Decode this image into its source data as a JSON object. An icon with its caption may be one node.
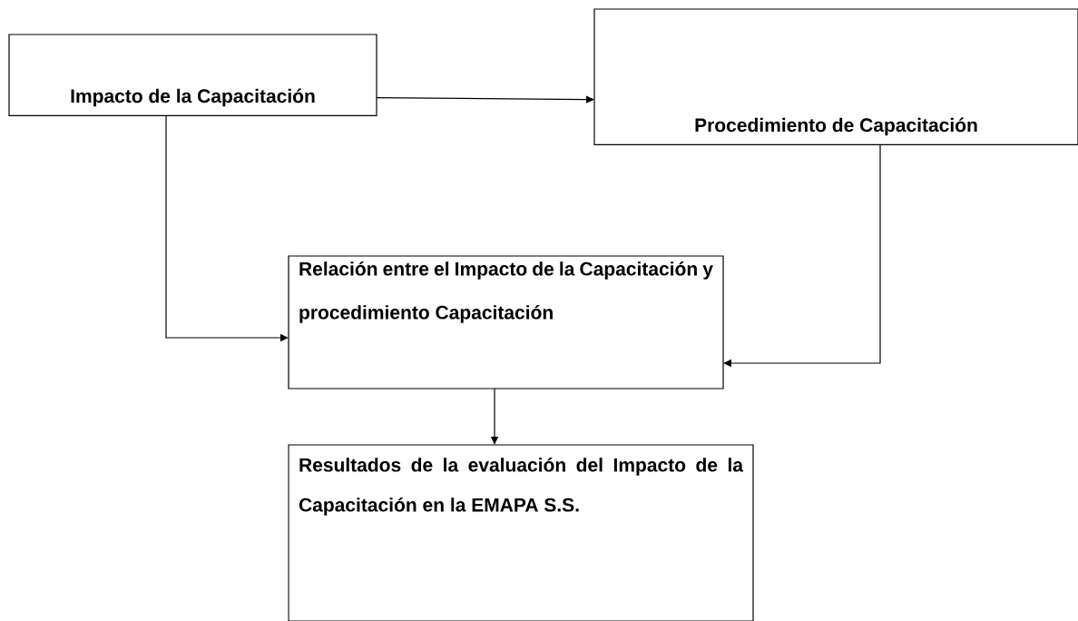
{
  "diagram": {
    "nodes": [
      {
        "text": [
          "Impacto de la Capacitación"
        ]
      },
      {
        "text": [
          "Procedimiento de Capacitación"
        ]
      },
      {
        "text": [
          "Relación entre el Impacto de la Capacitación y procedimiento Capacitación"
        ]
      },
      {
        "text": [
          "Resultados de la evaluación del Impacto de la Capacitación en la EMAPA S.S."
        ]
      }
    ],
    "edges": [
      {
        "from": 0,
        "to": 1,
        "arrow": "to"
      },
      {
        "from": 0,
        "to": 2,
        "arrow": "to"
      },
      {
        "from": 1,
        "to": 2,
        "arrow": "to"
      },
      {
        "from": 2,
        "to": 3,
        "arrow": "to"
      }
    ]
  }
}
